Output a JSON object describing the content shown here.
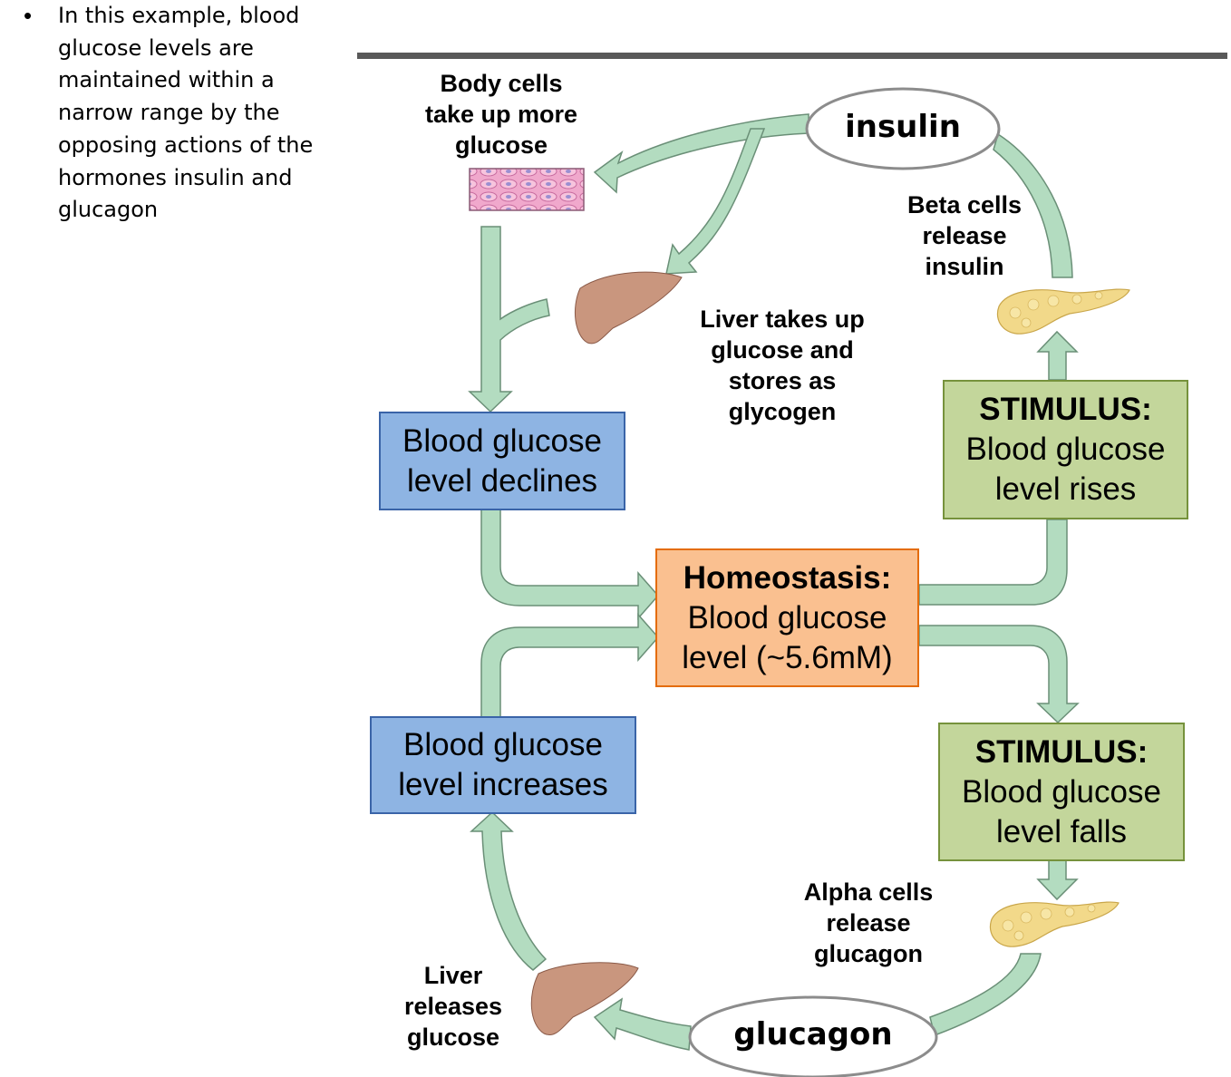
{
  "bullet": {
    "symbol": "•",
    "lines": [
      "In this example, blood",
      "glucose levels are",
      "maintained within a",
      "narrow range by the",
      "opposing actions of the",
      "hormones insulin and",
      "glucagon"
    ]
  },
  "diagram": {
    "insulin_oval": "insulin",
    "glucagon_oval": "glucagon",
    "body_cells_label": [
      "Body cells",
      "take up more",
      "glucose"
    ],
    "beta_cells_label": [
      "Beta cells",
      "release",
      "insulin"
    ],
    "liver_takes_up_label": [
      "Liver takes up",
      "glucose and",
      "stores as",
      "glycogen"
    ],
    "alpha_cells_label": [
      "Alpha cells",
      "release",
      "glucagon"
    ],
    "liver_releases_label": [
      "Liver",
      "releases",
      "glucose"
    ],
    "box_declines": [
      "Blood glucose",
      "level declines"
    ],
    "box_increases": [
      "Blood glucose",
      "level increases"
    ],
    "box_stimulus_rises": {
      "heading": "STIMULUS:",
      "lines": [
        "Blood glucose",
        "level rises"
      ]
    },
    "box_stimulus_falls": {
      "heading": "STIMULUS:",
      "lines": [
        "Blood glucose",
        "level falls"
      ]
    },
    "box_homeostasis": {
      "heading": "Homeostasis:",
      "lines": [
        "Blood glucose",
        "level (~5.6mM)"
      ]
    }
  },
  "colors": {
    "arrow_fill": "#b3dcc0",
    "arrow_stroke": "#6a8f77",
    "blue_box": "#8eb4e3",
    "green_box": "#c3d69b",
    "orange_box": "#fac090",
    "liver": "#c9967e",
    "pancreas": "#f2d98a"
  }
}
